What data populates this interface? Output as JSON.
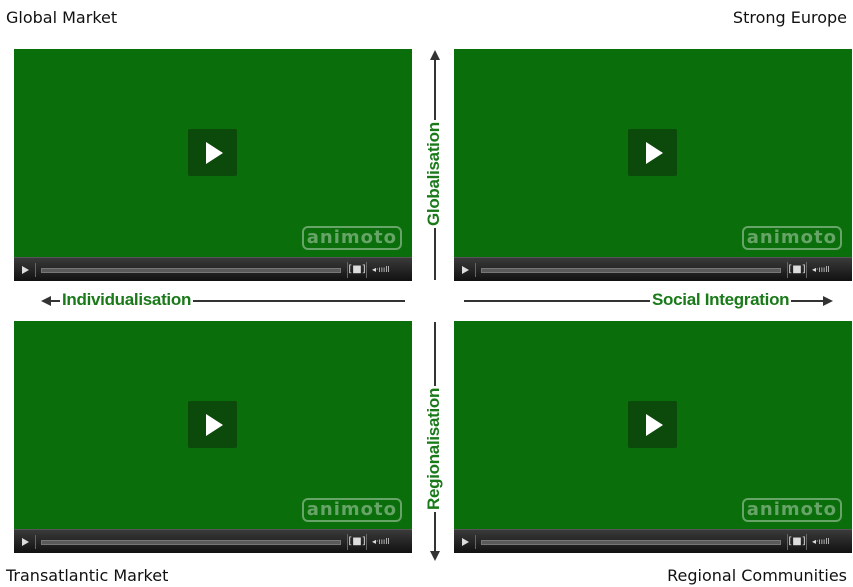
{
  "corners": {
    "top_left": "Global Market",
    "top_right": "Strong Europe",
    "bottom_left": "Transatlantic Market",
    "bottom_right": "Regional Communities"
  },
  "axes": {
    "up": "Globalisation",
    "down": "Regionalisation",
    "left": "Individualisation",
    "right": "Social Integration"
  },
  "player": {
    "watermark": "animoto",
    "fullscreen_icon": "[■]",
    "volume_icon": "◂·ıııll"
  },
  "colors": {
    "video_bg": "#0a6e0a",
    "play_button_bg": "#0b4a0b",
    "axis_label": "#1a7a1a"
  }
}
